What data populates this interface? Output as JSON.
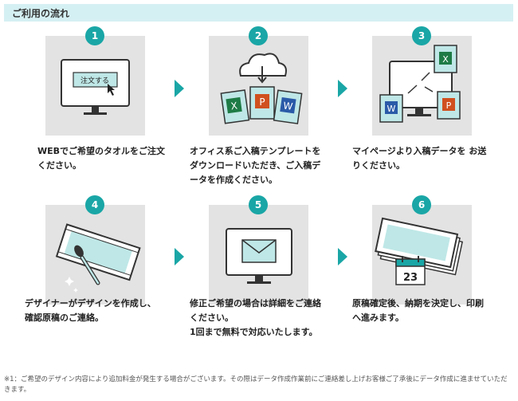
{
  "header": {
    "title": "ご利用の流れ"
  },
  "steps": [
    {
      "number": "1",
      "icon": "monitor-order-icon",
      "button_label": "注文する",
      "lines": [
        "WEBでご希望のタオルをご注文",
        "ください。"
      ]
    },
    {
      "number": "2",
      "icon": "cloud-download-office-icon",
      "lines": [
        "オフィス系ご入稿テンプレートを",
        "ダウンロードいただき、ご入稿デ",
        "ータを作成ください。"
      ]
    },
    {
      "number": "3",
      "icon": "monitor-upload-office-icon",
      "lines": [
        "マイページより入稿データを お送",
        "りください。"
      ]
    },
    {
      "number": "4",
      "icon": "towel-brush-icon",
      "lines": [
        "デザイナーがデザインを作成し、",
        "確認原稿のご連絡。"
      ]
    },
    {
      "number": "5",
      "icon": "monitor-mail-icon",
      "lines": [
        "修正ご希望の場合は詳細をご連絡",
        "ください。",
        "1回まで無料で対応いたします。"
      ]
    },
    {
      "number": "6",
      "icon": "towels-calendar-icon",
      "calendar_day": "23",
      "lines": [
        "原稿確定後、納期を決定し、印刷",
        "へ進みます。"
      ]
    }
  ],
  "office": {
    "excel": "X",
    "powerpoint": "P",
    "word": "W"
  },
  "colors": {
    "accent": "#1aa6a6",
    "card": "#e3e3e3",
    "header_bg": "#d5f0f3"
  },
  "footnote": {
    "line1": "※1：ご希望のデザイン内容により追加料金が発生する場合がございます。その際はデータ作成作業前にご連絡差し上げお客様ご了承後にデータ作成に進ませていただきます。"
  }
}
